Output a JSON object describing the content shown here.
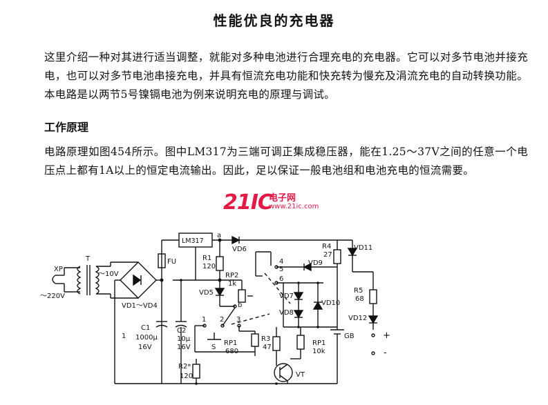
{
  "title": "性能优良的充电器",
  "paragraph1": "这里介绍一种对其进行适当调整，就能对多种电池进行合理充电的充电器。它可以对多节电池并接充电，也可以对多节电池串接充电，并具有恒流充电功能和快充转为慢充及涓流充电的自动转换功能。本电路是以两节5号镍镉电池为例来说明充电的原理与调试。",
  "heading": "工作原理",
  "paragraph2": "电路原理如图454所示。图中LM317为三端可调正集成稳压器，能在1.25～37V之间的任意一个电压点上都有1A以上的恒定电流输出。因此，足以保证一般电池组和电池充电的恒流需要。",
  "watermark": {
    "logo": "21IC",
    "cn": "电子网",
    "url": "www.21ic.com"
  },
  "circuit": {
    "labels": {
      "xp": "XP",
      "mains": "～220V",
      "t": "T",
      "sec": "～10V",
      "bridge": "VD1～VD4",
      "fu": "FU",
      "lm317": "LM317",
      "a": "a",
      "vd6": "VD6",
      "r1": "R1",
      "r1v": "120",
      "rp2": "RP2",
      "rp2v": "1k",
      "vd5": "VD5",
      "b": "b",
      "r4": "R4",
      "r4v": "27",
      "vd11": "VD11",
      "r5": "R5",
      "r5v": "68",
      "vd12": "VD12",
      "vd9": "VD9",
      "vd7": "VD7",
      "vd8": "VD8",
      "vd10": "VD10",
      "gb": "GB",
      "c1": "C1",
      "c1v": "1000μ",
      "c1u": "16V",
      "c2": "C2",
      "c2v": "10μ",
      "c2u": "16V",
      "n1": "1",
      "sw1": "1",
      "sw2": "2",
      "sw3": "3",
      "sw4": "4",
      "sw5": "5",
      "sw6": "6",
      "s": "S",
      "rp1a": "RP1",
      "rp1av": "680",
      "r3": "R3",
      "r3v": "47",
      "rp1b": "RP1",
      "rp1bv": "10k",
      "r2": "R2*",
      "r2v": "120",
      "vt": "VT",
      "plus": "+",
      "minus": "-"
    }
  }
}
